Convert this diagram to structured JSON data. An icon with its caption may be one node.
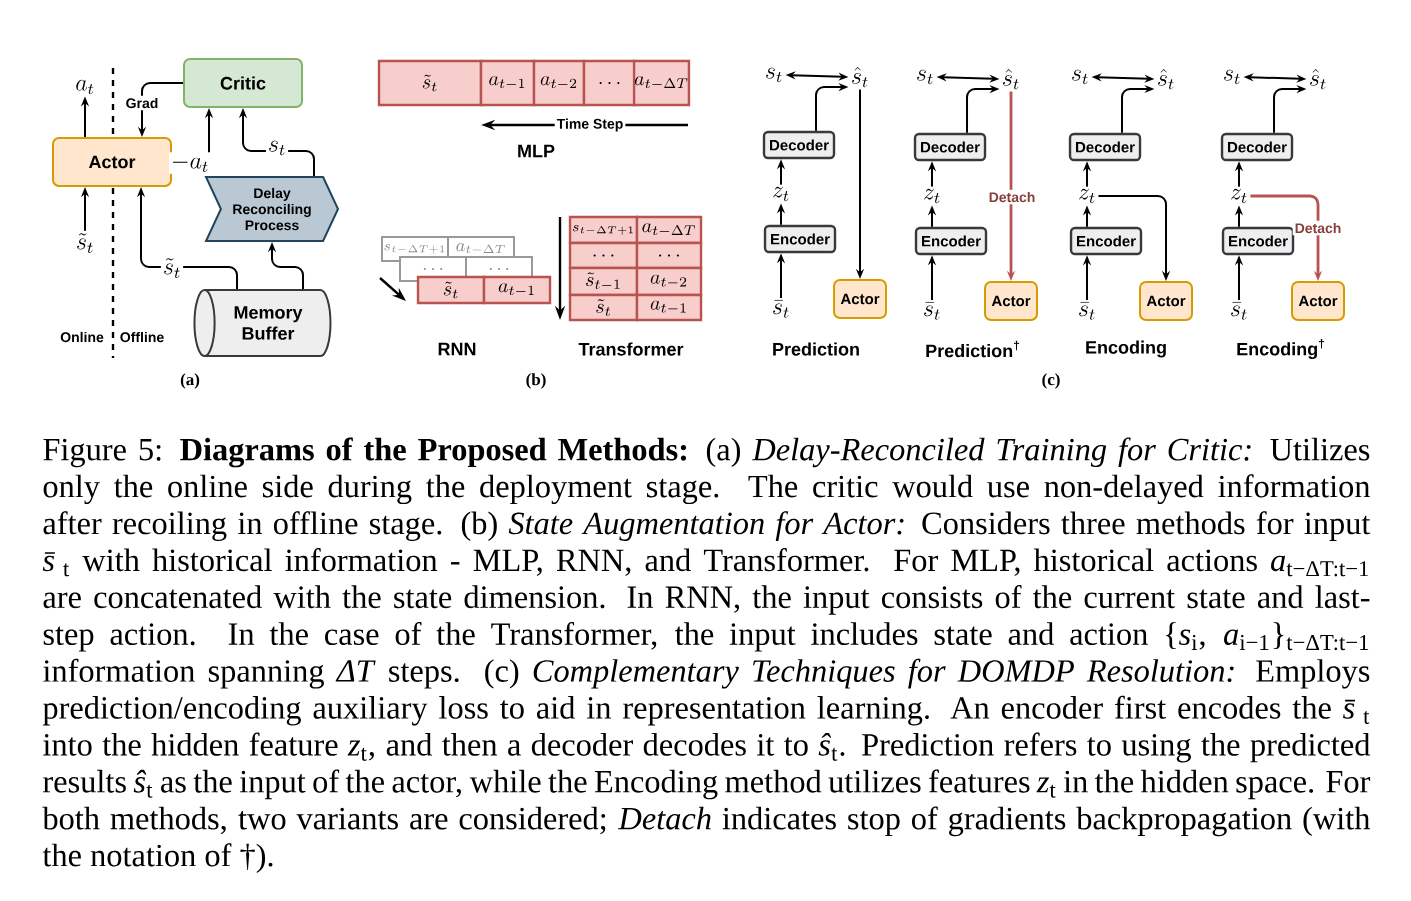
{
  "diagram": {
    "caption": "Figure 5: **Diagrams of the Proposed Methods:** (a) *Delay-Reconciled Training for Critic:* Utilizes only the online side during the deployment stage. The critic would use non-delayed information after recoiling in offline stage. (b) *State Augmentation for Actor:* Considers three methods for input *s̄*$_{t}$ with historical information - MLP, RNN, and Transformer. For MLP, historical actions *a*$_{t−ΔT:t−1}$ are concatenated with the state dimension. In RNN, the input consists of the current state and last-step action. In the case of the Transformer, the input includes state and action {*s*$_{i}$, *a*$_{i−1}$}$_{t−ΔT:t−1}$ information spanning *ΔT* steps. (c) *Complementary Techniques for DOMDP Resolution:* Employs prediction/encoding auxiliary loss to aid in representation learning. An encoder first encodes the *s̄*$_{t}$ into the hidden feature *z*$_{t}$, and then a decoder decodes it to *ŝ*$_{t}$. Prediction refers to using the predicted results *ŝ*$_{t}$ as the input of the actor, while the Encoding method utilizes features *z*$_{t}$ in the hidden space. For both methods, two variants are considered; *Detach* indicates stop of gradients backpropagation (with the notation of †).",
    "nodes": [
      {
        "text": [
          "Actor"
        ]
      },
      {
        "text": [
          "Critic"
        ]
      },
      {
        "text": [
          "Delay Reconciling Process"
        ]
      },
      {
        "text": [
          "Memory Buffer"
        ]
      },
      {
        "text": [
          "a_t"
        ]
      },
      {
        "text": [
          "\\tilde{s}_t"
        ]
      },
      {
        "text": [
          "\\tilde{s}_t"
        ]
      },
      {
        "text": [
          "a_{t-1}"
        ]
      },
      {
        "text": [
          "a_{t-2}"
        ]
      },
      {
        "text": [
          "\\dots"
        ]
      },
      {
        "text": [
          "a_{t-\\Delta T}"
        ]
      },
      {
        "text": [
          "s_{t-\\Delta T+1}"
        ]
      },
      {
        "text": [
          "a_{t-\\Delta T}"
        ]
      },
      {
        "text": [
          "\\dots"
        ]
      },
      {
        "text": [
          "\\dots"
        ]
      },
      {
        "text": [
          "\\tilde{s}_t"
        ]
      },
      {
        "text": [
          "a_{t-1}"
        ]
      },
      {
        "text": [
          "s_{t-\\Delta T+1}"
        ]
      },
      {
        "text": [
          "a_{t-\\Delta T}"
        ]
      },
      {
        "text": [
          "\\dots"
        ]
      },
      {
        "text": [
          "\\dots"
        ]
      },
      {
        "text": [
          "\\tilde{s}_{t-1}"
        ]
      },
      {
        "text": [
          "a_{t-2}"
        ]
      },
      {
        "text": [
          "\\tilde{s}_t"
        ]
      },
      {
        "text": [
          "a_{t-1}"
        ]
      },
      {
        "text": [
          "s_t"
        ]
      },
      {
        "text": [
          "\\hat{s}_t"
        ]
      },
      {
        "text": [
          "Decoder"
        ]
      },
      {
        "text": [
          "z_t"
        ]
      },
      {
        "text": [
          "Encoder"
        ]
      },
      {
        "text": [
          "\\bar{s}_t"
        ]
      },
      {
        "text": [
          "Actor"
        ]
      },
      {
        "text": [
          "s_t"
        ]
      },
      {
        "text": [
          "\\hat{s}_t"
        ]
      },
      {
        "text": [
          "Decoder"
        ]
      },
      {
        "text": [
          "z_t"
        ]
      },
      {
        "text": [
          "Encoder"
        ]
      },
      {
        "text": [
          "\\bar{s}_t"
        ]
      },
      {
        "text": [
          "Actor"
        ]
      },
      {
        "text": [
          "s_t"
        ]
      },
      {
        "text": [
          "\\hat{s}_t"
        ]
      },
      {
        "text": [
          "Decoder"
        ]
      },
      {
        "text": [
          "z_t"
        ]
      },
      {
        "text": [
          "Encoder"
        ]
      },
      {
        "text": [
          "\\bar{s}_t"
        ]
      },
      {
        "text": [
          "Actor"
        ]
      },
      {
        "text": [
          "s_t"
        ]
      },
      {
        "text": [
          "\\hat{s}_t"
        ]
      },
      {
        "text": [
          "Decoder"
        ]
      },
      {
        "text": [
          "z_t"
        ]
      },
      {
        "text": [
          "Encoder"
        ]
      },
      {
        "text": [
          "\\bar{s}_t"
        ]
      },
      {
        "text": [
          "Actor"
        ]
      }
    ],
    "edges": [
      {
        "from": 0,
        "to": 4,
        "arrow": "to"
      },
      {
        "from": 1,
        "to": 0,
        "arrow": "to",
        "label": "Grad"
      },
      {
        "from": 0,
        "to": 1,
        "arrow": "to",
        "label": "-a_t"
      },
      {
        "from": 2,
        "to": 1,
        "arrow": "to",
        "label": "s_t"
      },
      {
        "from": 3,
        "to": 0,
        "arrow": "to",
        "label": "\\tilde{s}_t"
      },
      {
        "from": 3,
        "to": 2,
        "arrow": "to"
      },
      {
        "from": 5,
        "to": 0,
        "arrow": "to"
      },
      {
        "from": 25,
        "to": 26,
        "arrow": "both"
      },
      {
        "from": 27,
        "to": 26,
        "arrow": "to"
      },
      {
        "from": 28,
        "to": 27,
        "arrow": "to"
      },
      {
        "from": 29,
        "to": 28,
        "arrow": "to"
      },
      {
        "from": 30,
        "to": 29,
        "arrow": "to"
      },
      {
        "from": 26,
        "to": 31,
        "arrow": "to"
      },
      {
        "from": 32,
        "to": 33,
        "arrow": "both"
      },
      {
        "from": 34,
        "to": 33,
        "arrow": "to"
      },
      {
        "from": 35,
        "to": 34,
        "arrow": "to"
      },
      {
        "from": 36,
        "to": 35,
        "arrow": "to"
      },
      {
        "from": 37,
        "to": 36,
        "arrow": "to"
      },
      {
        "from": 33,
        "to": 38,
        "arrow": "to",
        "label": "Detach",
        "color": "#b85450"
      },
      {
        "from": 39,
        "to": 40,
        "arrow": "both"
      },
      {
        "from": 41,
        "to": 40,
        "arrow": "to"
      },
      {
        "from": 42,
        "to": 41,
        "arrow": "to"
      },
      {
        "from": 43,
        "to": 42,
        "arrow": "to"
      },
      {
        "from": 44,
        "to": 43,
        "arrow": "to"
      },
      {
        "from": 42,
        "to": 45,
        "arrow": "to"
      },
      {
        "from": 46,
        "to": 47,
        "arrow": "both"
      },
      {
        "from": 48,
        "to": 47,
        "arrow": "to"
      },
      {
        "from": 49,
        "to": 48,
        "arrow": "to"
      },
      {
        "from": 50,
        "to": 49,
        "arrow": "to"
      },
      {
        "from": 51,
        "to": 50,
        "arrow": "to"
      },
      {
        "from": 49,
        "to": 52,
        "arrow": "to",
        "label": "Detach",
        "color": "#b85450"
      }
    ],
    "labels": [
      "Online",
      "Offline",
      "(a)",
      "Time Step",
      "MLP",
      "RNN",
      "Transformer",
      "(b)",
      "Prediction",
      "Prediction$^{†}$",
      "Encoding",
      "Encoding$^{†}$",
      "(c)"
    ]
  }
}
